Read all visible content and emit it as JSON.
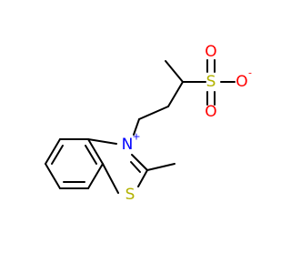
{
  "molecule": {
    "colors": {
      "bond": "#000000",
      "nitrogen": "#0000ff",
      "sulfur": "#b2b200",
      "oxygen": "#ff0000"
    },
    "atoms": {
      "n": {
        "symbol": "N",
        "charge": "+"
      },
      "s_ring": {
        "symbol": "S"
      },
      "s_sulfonate": {
        "symbol": "S"
      },
      "o_top": {
        "symbol": "O"
      },
      "o_right": {
        "symbol": "O",
        "charge": "-"
      },
      "o_bottom": {
        "symbol": "O"
      }
    }
  }
}
